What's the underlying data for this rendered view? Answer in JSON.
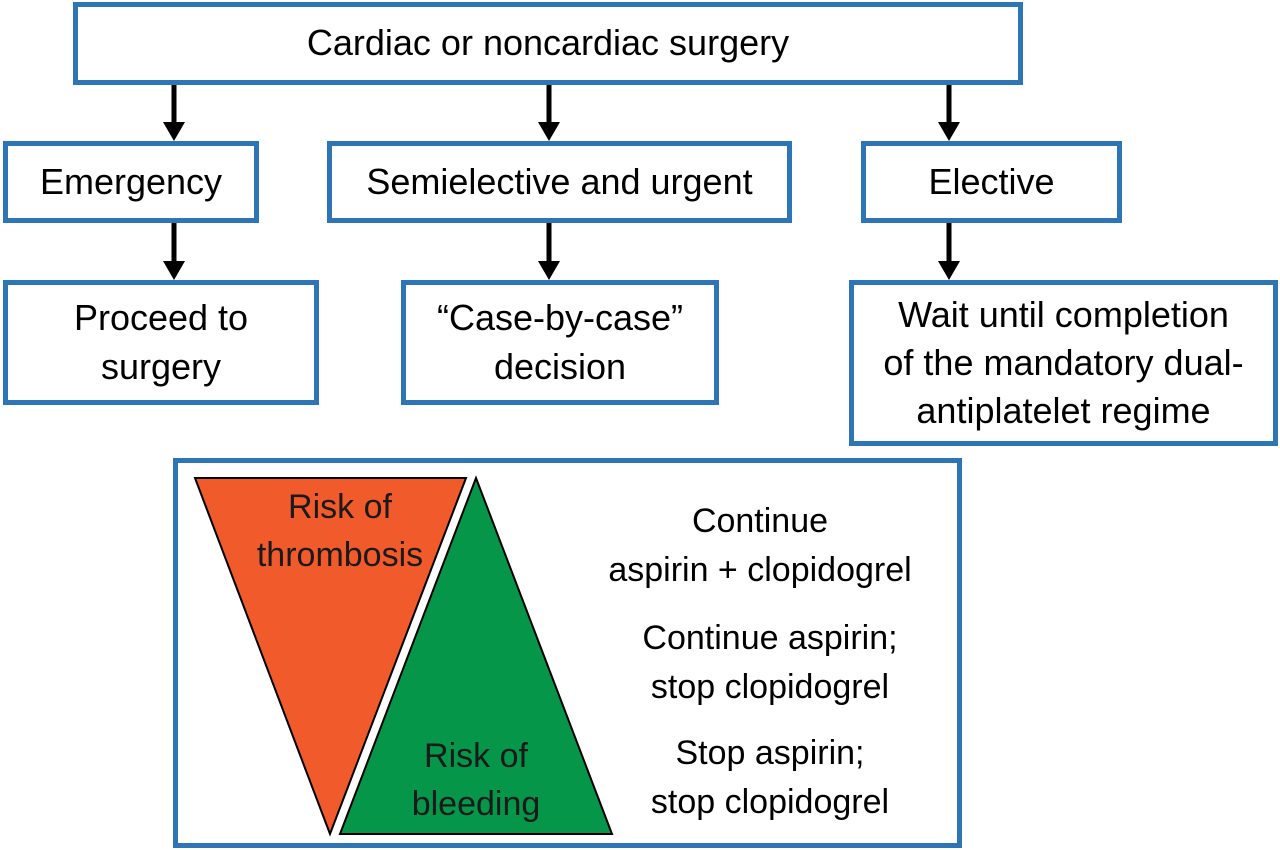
{
  "root": {
    "label": "Cardiac or noncardiac surgery"
  },
  "categories": [
    {
      "label": "Emergency",
      "outcome_lines": [
        "Proceed to",
        "surgery"
      ]
    },
    {
      "label": "Semielective and urgent",
      "outcome_lines": [
        "“Case-by-case”",
        "decision"
      ]
    },
    {
      "label": "Elective",
      "outcome_lines": [
        "Wait until completion",
        "of the mandatory dual-",
        "antiplatelet regime"
      ]
    }
  ],
  "risk": {
    "thrombosis_lines": [
      "Risk of",
      "thrombosis"
    ],
    "bleeding_lines": [
      "Risk of",
      "bleeding"
    ]
  },
  "options": [
    {
      "lines": [
        "Continue",
        "aspirin + clopidogrel"
      ]
    },
    {
      "lines": [
        "Continue aspirin;",
        "stop clopidogrel"
      ]
    },
    {
      "lines": [
        "Stop aspirin;",
        "stop clopidogrel"
      ]
    }
  ],
  "colors": {
    "box_border": "#2e75b6",
    "thrombosis_fill": "#f15a2b",
    "bleeding_fill": "#05964a",
    "arrow": "#000000"
  }
}
